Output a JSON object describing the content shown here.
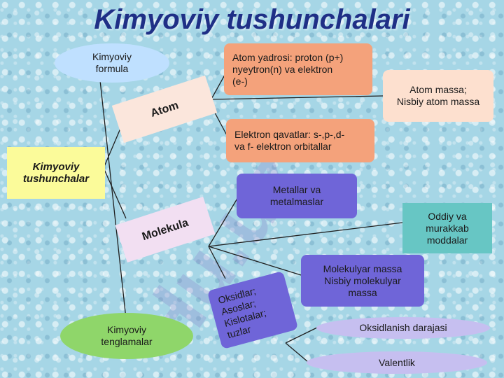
{
  "title": "Kimyoviy  tushunchalari",
  "watermark": "Hu.uz",
  "colors": {
    "title": "#1f2f86",
    "formula_ellipse": "#bfe0ff",
    "atom_box": "#fbe6dc",
    "salmon_box": "#f4a27b",
    "peach_box": "#fde0cf",
    "center_box": "#fbfb9a",
    "molekula_box": "#f2dff2",
    "purple_box": "#6f65d8",
    "teal_box": "#67c6c4",
    "green_ellipse": "#8fd66a",
    "lavender_ellipse": "#c6bff0"
  },
  "nodes": {
    "center": "Kimyoviy\ntushunchalar",
    "formula": "Kimyoviy\nformula",
    "atom": "Atom",
    "atom_nucleus": "Atom yadrosi: proton (p+)\nnyeytron(n)   va  elektron\n(e-)",
    "atom_mass": "Atom massa;\nNisbiy atom massa",
    "electron_shells": "Elektron qavatlar: s-,p-,d-\nva f- elektron orbitallar",
    "metals": "Metallar va\nmetalmaslar",
    "molekula": "Molekula",
    "simple_complex": "Oddiy va\nmurakkab\nmoddalar",
    "molecular_mass": "Molekulyar massa\nNisbiy molekulyar\nmassa",
    "classes": "Oksidlar;\nAsoslar;\nKislotalar;\ntuzlar",
    "equations": "Kimyoviy\ntenglamalar",
    "oxidation": "Oksidlanish darajasi",
    "valence": "Valentlik"
  }
}
